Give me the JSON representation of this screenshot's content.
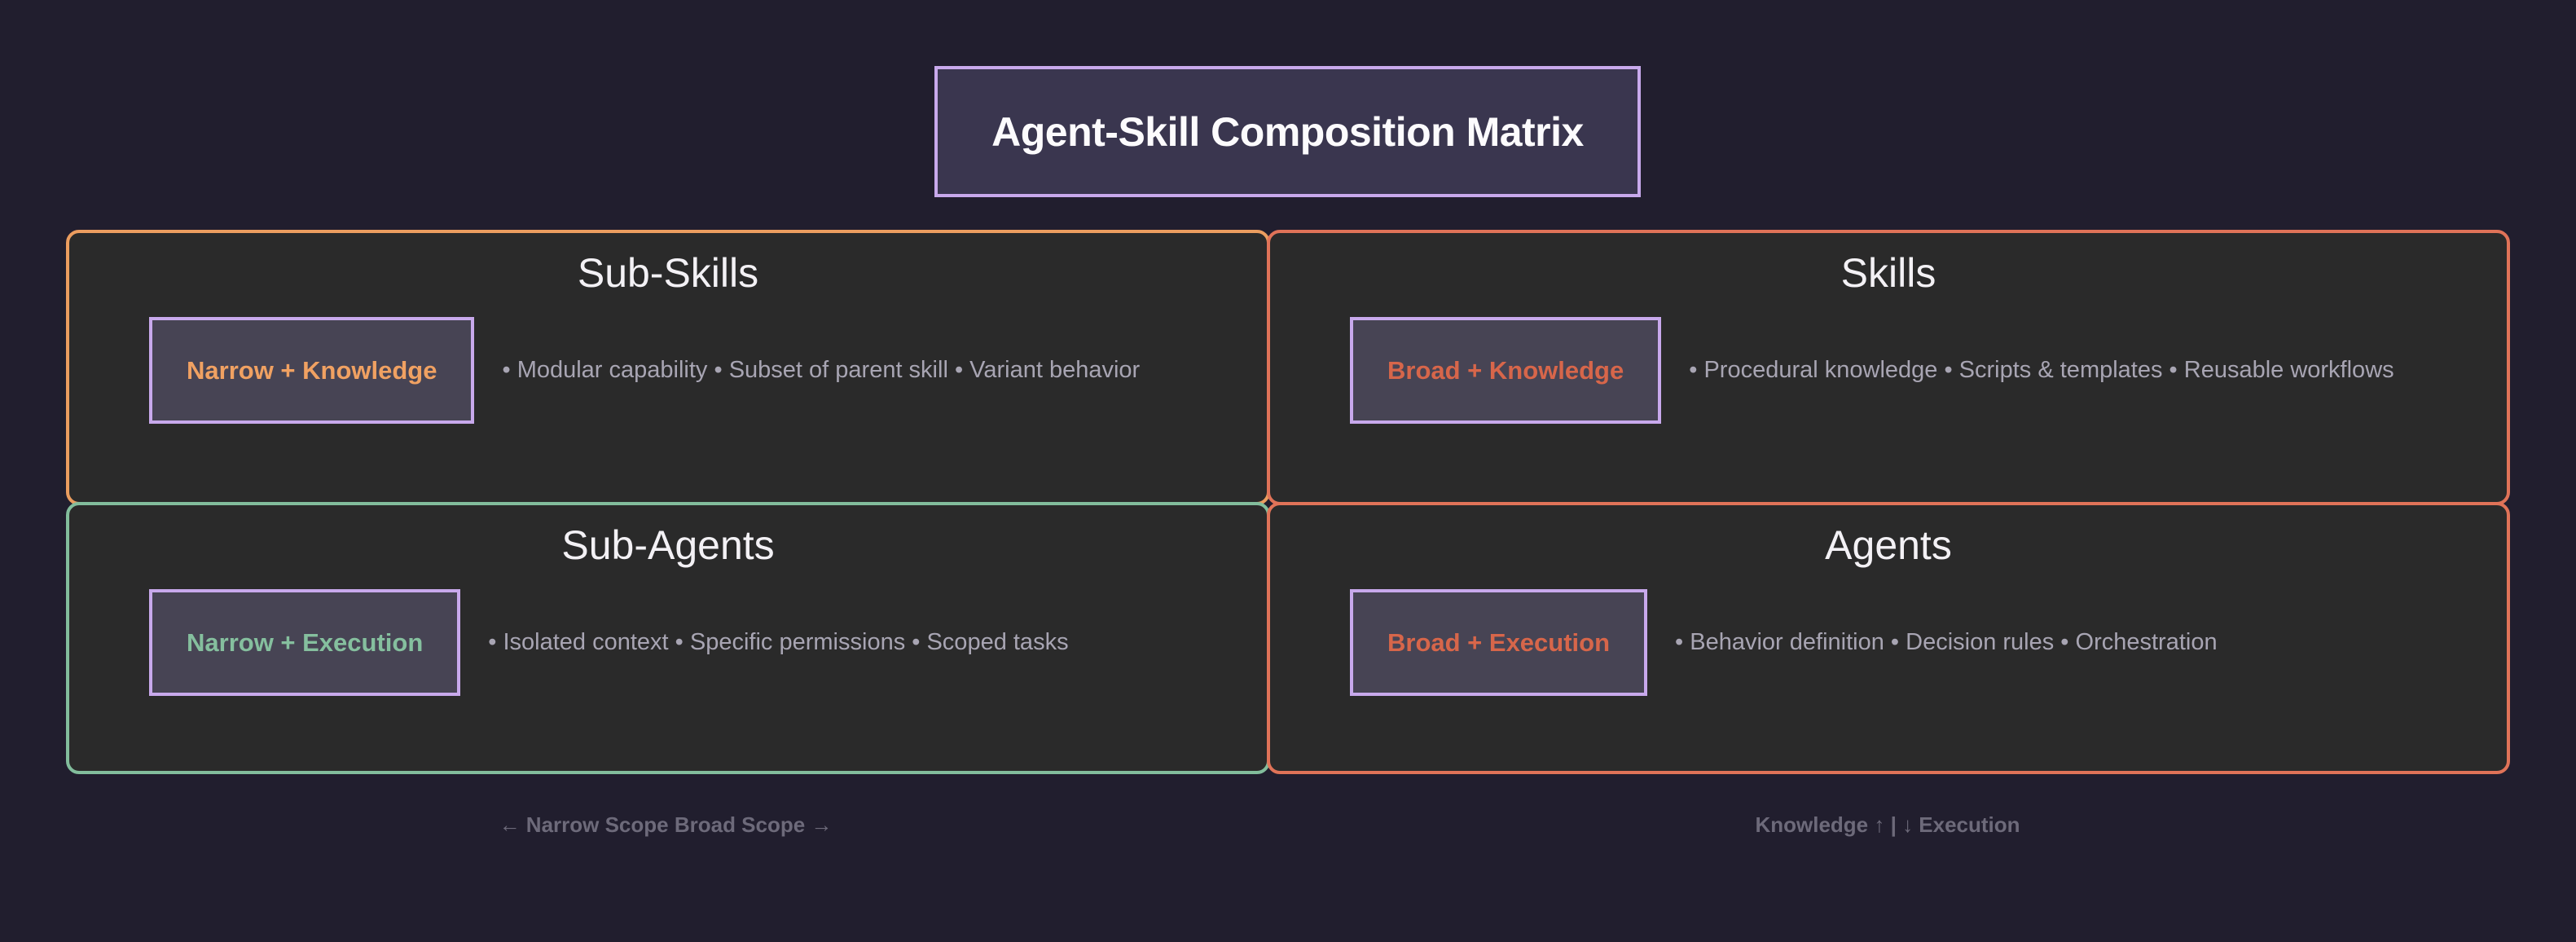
{
  "title": "Agent-Skill Composition Matrix",
  "quadrants": [
    {
      "title": "Sub-Skills",
      "label": "Narrow + Knowledge",
      "bullets": [
        "Modular capability",
        "Subset of parent skill",
        "Variant behavior"
      ],
      "border_color": "#eb9d5f",
      "label_text_color": "#f0a162"
    },
    {
      "title": "Skills",
      "label": "Broad + Knowledge",
      "bullets": [
        "Procedural knowledge",
        "Scripts & templates",
        "Reusable workflows"
      ],
      "border_color": "#e07358",
      "label_text_color": "#d7664a"
    },
    {
      "title": "Sub-Agents",
      "label": "Narrow + Execution",
      "bullets": [
        "Isolated context",
        "Specific permissions",
        "Scoped tasks"
      ],
      "border_color": "#82bd9c",
      "label_text_color": "#85bf9e"
    },
    {
      "title": "Agents",
      "label": "Broad + Execution",
      "bullets": [
        "Behavior definition",
        "Decision rules",
        "Orchestration"
      ],
      "border_color": "#e07358",
      "label_text_color": "#d7664a"
    }
  ],
  "axes": {
    "x_caption": "← Narrow Scope Broad Scope →",
    "y_caption": "Knowledge ↑ | ↓ Execution"
  },
  "colors": {
    "background": "#211e2e",
    "quadrant_fill": "#2a2a2a",
    "accent_purple": "#c8a9ec",
    "title_panel_fill": "#3a364f",
    "label_panel_fill": "#474454",
    "quadrant_title_text": "#f3f1f5",
    "main_title_text": "#fcfbfd",
    "bullet_text": "#a8a5b3",
    "caption_text": "#6d6a7a"
  }
}
